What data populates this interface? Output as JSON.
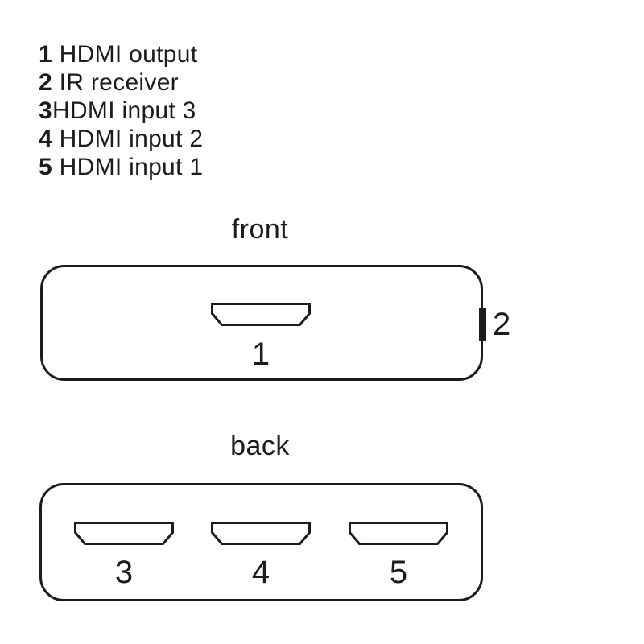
{
  "colors": {
    "ink": "#1c1c1c",
    "background": "#ffffff"
  },
  "legend": {
    "items": [
      {
        "num": "1",
        "label": " HDMI output"
      },
      {
        "num": "2",
        "label": " IR receiver"
      },
      {
        "num": "3",
        "label": "HDMI input 3"
      },
      {
        "num": "4",
        "label": " HDMI input 2"
      },
      {
        "num": "5",
        "label": " HDMI input 1"
      }
    ]
  },
  "front_view": {
    "title": "front",
    "hdmi_port": {
      "number": "1"
    },
    "ir_receiver": {
      "number": "2"
    }
  },
  "back_view": {
    "title": "back",
    "ports": [
      {
        "number": "3"
      },
      {
        "number": "4"
      },
      {
        "number": "5"
      }
    ]
  }
}
